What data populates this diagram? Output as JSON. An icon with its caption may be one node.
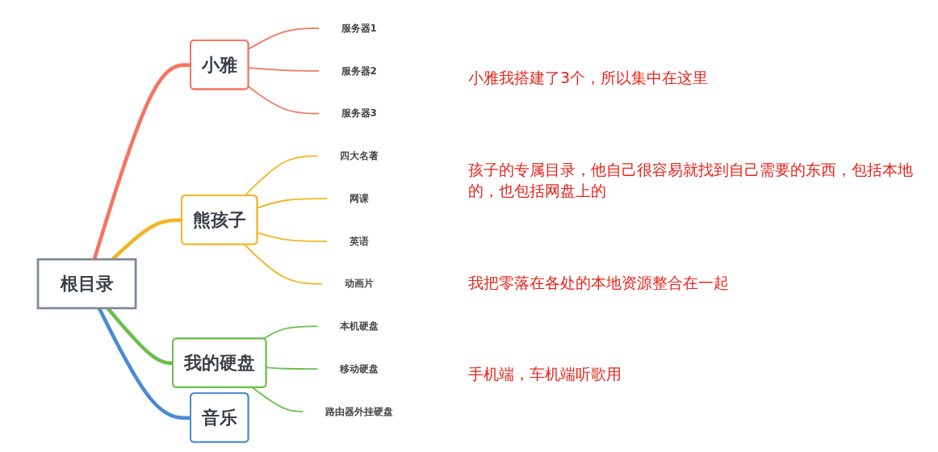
{
  "diagram": {
    "nodes": [
      {
        "text": [
          "根目录"
        ]
      },
      {
        "text": [
          "小雅"
        ]
      },
      {
        "text": [
          "服务器1"
        ]
      },
      {
        "text": [
          "服务器2"
        ]
      },
      {
        "text": [
          "服务器3"
        ]
      },
      {
        "text": [
          "熊孩子"
        ]
      },
      {
        "text": [
          "四大名著"
        ]
      },
      {
        "text": [
          "网课"
        ]
      },
      {
        "text": [
          "英语"
        ]
      },
      {
        "text": [
          "动画片"
        ]
      },
      {
        "text": [
          "我的硬盘"
        ]
      },
      {
        "text": [
          "本机硬盘"
        ]
      },
      {
        "text": [
          "移动硬盘"
        ]
      },
      {
        "text": [
          "路由器外挂硬盘"
        ]
      },
      {
        "text": [
          "音乐"
        ]
      }
    ],
    "edges": [
      {
        "from": 0,
        "to": 1,
        "arrow": "none",
        "style": "thick",
        "color": "#f47560"
      },
      {
        "from": 1,
        "to": 2,
        "arrow": "none",
        "color": "#f47560"
      },
      {
        "from": 1,
        "to": 3,
        "arrow": "none",
        "color": "#f47560"
      },
      {
        "from": 1,
        "to": 4,
        "arrow": "none",
        "color": "#f47560"
      },
      {
        "from": 0,
        "to": 5,
        "arrow": "none",
        "style": "thick",
        "color": "#f2b521"
      },
      {
        "from": 5,
        "to": 6,
        "arrow": "none",
        "color": "#f2b521"
      },
      {
        "from": 5,
        "to": 7,
        "arrow": "none",
        "color": "#f2b521"
      },
      {
        "from": 5,
        "to": 8,
        "arrow": "none",
        "color": "#f2b521"
      },
      {
        "from": 5,
        "to": 9,
        "arrow": "none",
        "color": "#f2b521"
      },
      {
        "from": 0,
        "to": 10,
        "arrow": "none",
        "style": "thick",
        "color": "#6bbf4e"
      },
      {
        "from": 10,
        "to": 11,
        "arrow": "none",
        "color": "#6bbf4e"
      },
      {
        "from": 10,
        "to": 12,
        "arrow": "none",
        "color": "#6bbf4e"
      },
      {
        "from": 10,
        "to": 13,
        "arrow": "none",
        "color": "#6bbf4e"
      },
      {
        "from": 0,
        "to": 14,
        "arrow": "none",
        "style": "thick",
        "color": "#4a8ad4"
      }
    ],
    "labels": [
      "小雅我搭建了3个，所以集中在这里",
      "孩子的专属目录，他自己很容易就找到自己需要的东西，包括本地的，也包括网盘上的",
      "我把零落在各处的本地资源整合在一起",
      "手机端，车机端听歌用"
    ]
  }
}
